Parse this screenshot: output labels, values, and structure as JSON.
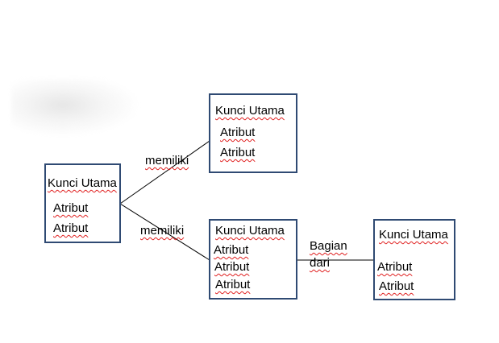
{
  "entities": [
    {
      "id": "e1",
      "primary_key": "Kunci Utama",
      "attributes": [
        "Atribut",
        "Atribut"
      ]
    },
    {
      "id": "e2",
      "primary_key": "Kunci Utama",
      "attributes": [
        "Atribut",
        "Atribut"
      ]
    },
    {
      "id": "e3",
      "primary_key": "Kunci Utama",
      "attributes": [
        "Atribut",
        "Atribut",
        "Atribut"
      ]
    },
    {
      "id": "e4",
      "primary_key": "Kunci Utama",
      "attributes": [
        "Atribut",
        "Atribut"
      ]
    }
  ],
  "relations": [
    {
      "from": "e1",
      "to": "e2",
      "label": "memiliki"
    },
    {
      "from": "e1",
      "to": "e3",
      "label": "memiliki"
    },
    {
      "from": "e3",
      "to": "e4",
      "label_line1": "Bagian",
      "label_line2": "dari"
    }
  ],
  "colors": {
    "box_border": "#2f4a73",
    "spell_underline": "#e02020",
    "connector": "#000000"
  }
}
